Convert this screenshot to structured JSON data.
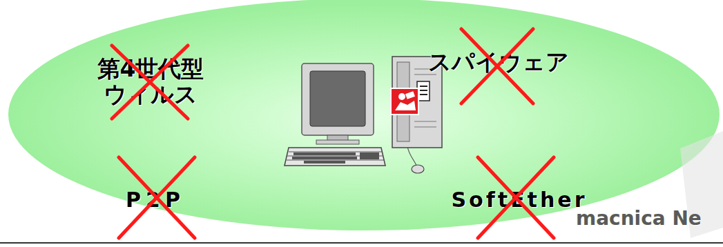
{
  "diagram": {
    "labels": [
      "第4世代型 ウィルス",
      "スパイウェア",
      "P2P",
      "SoftEther",
      "macnica Ne"
    ]
  }
}
